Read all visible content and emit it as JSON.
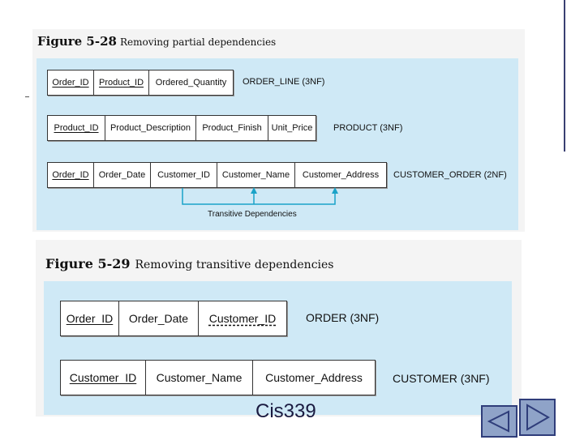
{
  "figure1": {
    "number": "Figure 5-28",
    "caption": "Removing partial dependencies",
    "relations": [
      {
        "name": "ORDER_LINE (3NF)",
        "attributes": [
          {
            "label": "Order_ID",
            "key": "pk"
          },
          {
            "label": "Product_ID",
            "key": "pk"
          },
          {
            "label": "Ordered_Quantity",
            "key": ""
          }
        ]
      },
      {
        "name": "PRODUCT (3NF)",
        "attributes": [
          {
            "label": "Product_ID",
            "key": "pk"
          },
          {
            "label": "Product_Description",
            "key": ""
          },
          {
            "label": "Product_Finish",
            "key": ""
          },
          {
            "label": "Unit_Price",
            "key": ""
          }
        ]
      },
      {
        "name": "CUSTOMER_ORDER (2NF)",
        "attributes": [
          {
            "label": "Order_ID",
            "key": "pk"
          },
          {
            "label": "Order_Date",
            "key": ""
          },
          {
            "label": "Customer_ID",
            "key": ""
          },
          {
            "label": "Customer_Name",
            "key": ""
          },
          {
            "label": "Customer_Address",
            "key": ""
          }
        ]
      }
    ],
    "dependency_label": "Transitive Dependencies"
  },
  "figure2": {
    "number": "Figure 5-29",
    "caption": "Removing transitive dependencies",
    "relations": [
      {
        "name": "ORDER (3NF)",
        "attributes": [
          {
            "label": "Order_ID",
            "key": "pk"
          },
          {
            "label": "Order_Date",
            "key": ""
          },
          {
            "label": "Customer_ID",
            "key": "fk"
          }
        ]
      },
      {
        "name": "CUSTOMER (3NF)",
        "attributes": [
          {
            "label": "Customer_ID",
            "key": "pk"
          },
          {
            "label": "Customer_Name",
            "key": ""
          },
          {
            "label": "Customer_Address",
            "key": ""
          }
        ]
      }
    ]
  },
  "footer": "Cis339",
  "nav": {
    "prev": "previous-slide",
    "next": "next-slide"
  }
}
